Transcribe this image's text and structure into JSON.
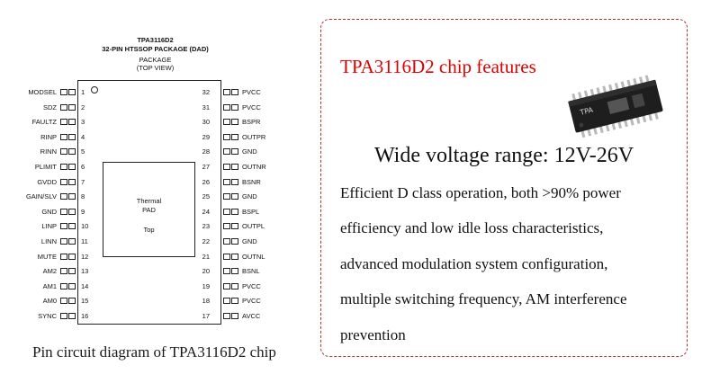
{
  "diagram": {
    "part_number": "TPA3116D2",
    "package_name": "32-PIN HTSSOP PACKAGE (DAD)",
    "package_label": "PACKAGE",
    "view_label": "(TOP VIEW)",
    "thermal_line1": "Thermal",
    "thermal_line2": "PAD",
    "thermal_line3": "Top",
    "left_pins": [
      {
        "num": "1",
        "name": "MODSEL"
      },
      {
        "num": "2",
        "name": "SDZ"
      },
      {
        "num": "3",
        "name": "FAULTZ"
      },
      {
        "num": "4",
        "name": "RINP"
      },
      {
        "num": "5",
        "name": "RINN"
      },
      {
        "num": "6",
        "name": "PLIMIT"
      },
      {
        "num": "7",
        "name": "GVDD"
      },
      {
        "num": "8",
        "name": "GAIN/SLV"
      },
      {
        "num": "9",
        "name": "GND"
      },
      {
        "num": "10",
        "name": "LINP"
      },
      {
        "num": "11",
        "name": "LINN"
      },
      {
        "num": "12",
        "name": "MUTE"
      },
      {
        "num": "13",
        "name": "AM2"
      },
      {
        "num": "14",
        "name": "AM1"
      },
      {
        "num": "15",
        "name": "AM0"
      },
      {
        "num": "16",
        "name": "SYNC"
      }
    ],
    "right_pins": [
      {
        "num": "32",
        "name": "PVCC"
      },
      {
        "num": "31",
        "name": "PVCC"
      },
      {
        "num": "30",
        "name": "BSPR"
      },
      {
        "num": "29",
        "name": "OUTPR"
      },
      {
        "num": "28",
        "name": "GND"
      },
      {
        "num": "27",
        "name": "OUTNR"
      },
      {
        "num": "26",
        "name": "BSNR"
      },
      {
        "num": "25",
        "name": "GND"
      },
      {
        "num": "24",
        "name": "BSPL"
      },
      {
        "num": "23",
        "name": "OUTPL"
      },
      {
        "num": "22",
        "name": "GND"
      },
      {
        "num": "21",
        "name": "OUTNL"
      },
      {
        "num": "20",
        "name": "BSNL"
      },
      {
        "num": "19",
        "name": "PVCC"
      },
      {
        "num": "18",
        "name": "PVCC"
      },
      {
        "num": "17",
        "name": "AVCC"
      }
    ],
    "caption": "Pin circuit diagram of TPA3116D2 chip"
  },
  "features": {
    "title": "TPA3116D2 chip features",
    "chip_marking": "TPA",
    "heading": "Wide voltage range: 12V-26V",
    "lines": [
      "Efficient D class operation, both >90% power",
      "efficiency and low idle loss characteristics,",
      "advanced modulation system configuration,",
      "multiple switching frequency, AM interference",
      "prevention"
    ]
  },
  "colors": {
    "accent_red": "#e00000",
    "border_red": "#b03030",
    "ink": "#111111"
  }
}
